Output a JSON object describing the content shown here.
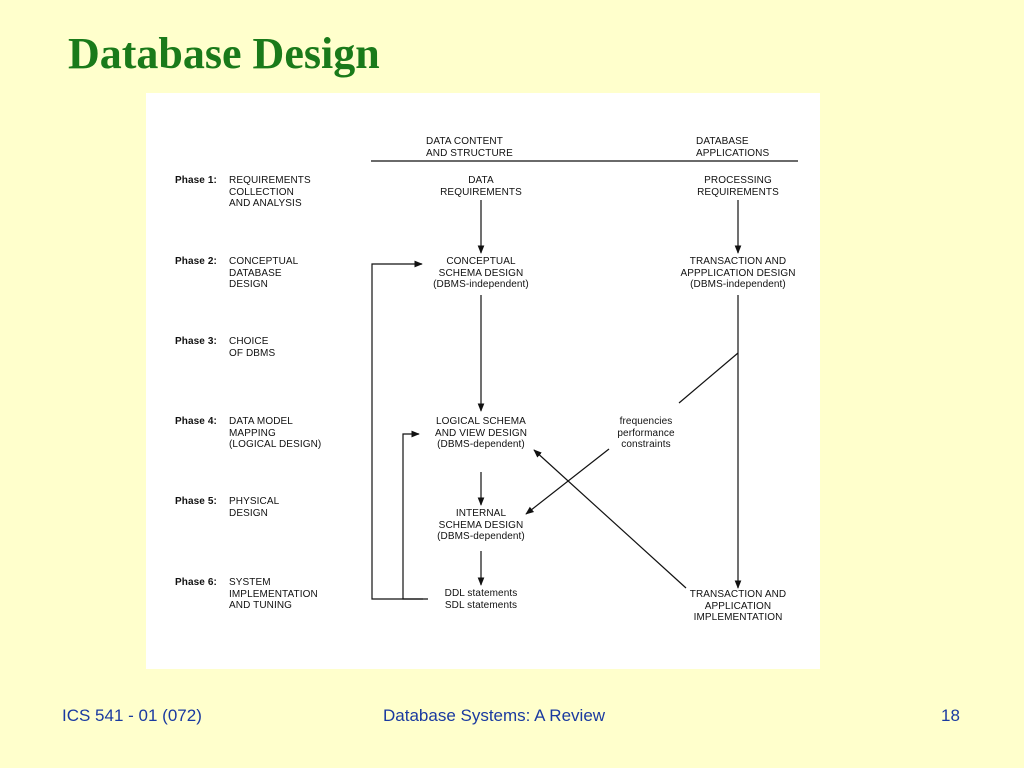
{
  "slide": {
    "title": "Database Design",
    "footer_left": "ICS 541 - 01 (072)",
    "footer_center": "Database Systems: A Review",
    "footer_right": "18"
  },
  "colors": {
    "background": "#ffffcc",
    "title": "#1a7a1a",
    "footer": "#1a3aa0"
  },
  "diagram": {
    "col_data": "DATA CONTENT\nAND STRUCTURE",
    "col_apps": "DATABASE\nAPPLICATIONS",
    "phases": [
      {
        "label": "Phase 1:",
        "name": "REQUIREMENTS\nCOLLECTION\nAND ANALYSIS"
      },
      {
        "label": "Phase 2:",
        "name": "CONCEPTUAL\nDATABASE\nDESIGN"
      },
      {
        "label": "Phase 3:",
        "name": "CHOICE\nOF DBMS"
      },
      {
        "label": "Phase 4:",
        "name": "DATA MODEL\nMAPPING\n(LOGICAL DESIGN)"
      },
      {
        "label": "Phase 5:",
        "name": "PHYSICAL\nDESIGN"
      },
      {
        "label": "Phase 6:",
        "name": "SYSTEM\nIMPLEMENTATION\nAND TUNING"
      }
    ],
    "data_requirements": "DATA\nREQUIREMENTS",
    "processing_requirements": "PROCESSING\nREQUIREMENTS",
    "conceptual_schema": "CONCEPTUAL\nSCHEMA DESIGN\n(DBMS-independent)",
    "transaction_design": "TRANSACTION AND\nAPPPLICATION DESIGN\n(DBMS-independent)",
    "logical_schema": "LOGICAL SCHEMA\nAND VIEW DESIGN\n(DBMS-dependent)",
    "frequencies": "frequencies\nperformance\nconstraints",
    "internal_schema": "INTERNAL\nSCHEMA DESIGN\n(DBMS-dependent)",
    "ddl_sdl": "DDL statements\nSDL statements",
    "transaction_impl": "TRANSACTION AND\nAPPLICATION\nIMPLEMENTATION"
  }
}
